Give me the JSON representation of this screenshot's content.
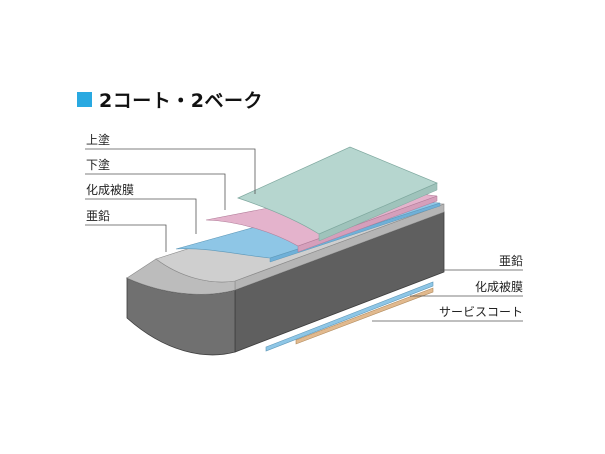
{
  "title": "2コート・2ベーク",
  "colors": {
    "title_marker": "#29a9e1",
    "top_coat": "#b6d6cf",
    "primer": "#e4b3cc",
    "chemical_film": "#8ec6e6",
    "zinc": "#c6c6c6",
    "steel": "#6f6f6f",
    "service_coat": "#e1b98e"
  },
  "labels_left": [
    "上塗",
    "下塗",
    "化成被膜",
    "亜鉛"
  ],
  "labels_right": [
    "亜鉛",
    "化成被膜",
    "サービスコート"
  ]
}
